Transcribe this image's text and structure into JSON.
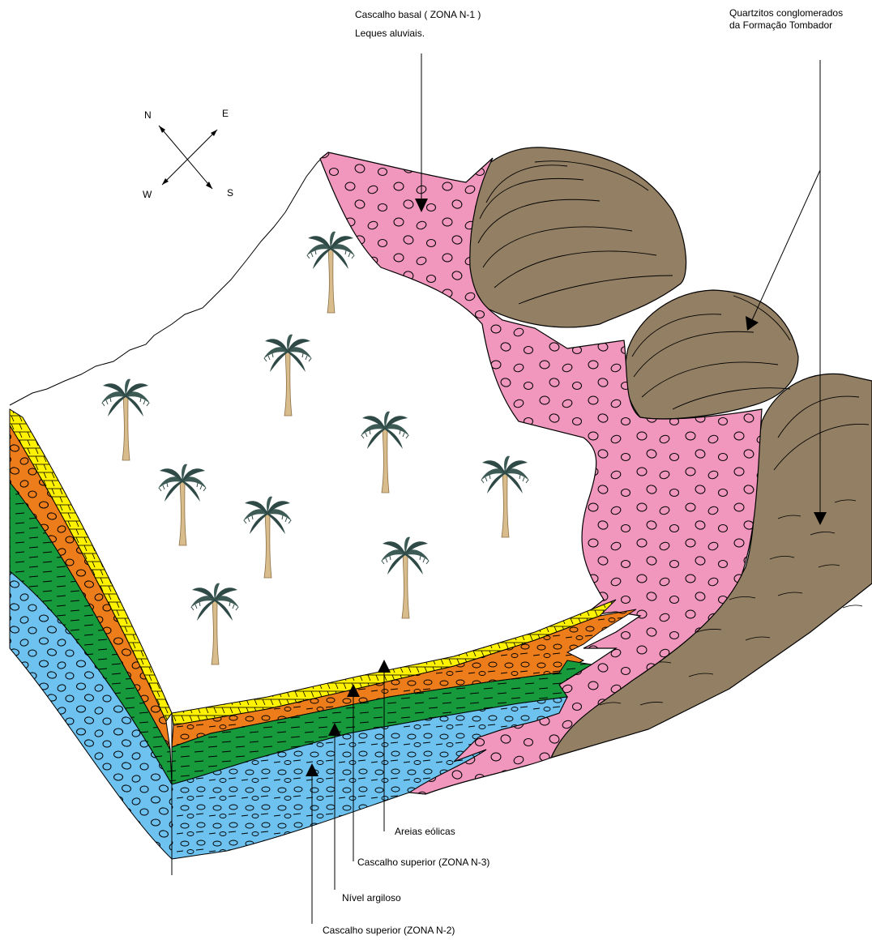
{
  "labels": {
    "cascalho_basal_line1": "Cascalho basal ( ZONA N-1 )",
    "cascalho_basal_line2": "Leques aluviais.",
    "quartzitos_line1": "Quartzitos conglomerados",
    "quartzitos_line2": "da Formação Tombador",
    "areias_eolicas": "Areias eólicas",
    "cascalho_superior_n3": "Cascalho superior (ZONA N-3)",
    "nivel_argiloso": "Nível argiloso",
    "cascalho_superior_n2": "Cascalho superior (ZONA N-2)"
  },
  "compass": {
    "n": "N",
    "e": "E",
    "w": "W",
    "s": "S"
  },
  "colors": {
    "pink_fan": "#f197bd",
    "brown_quartzite": "#937f63",
    "orange_layer": "#ed7d1a",
    "green_layer": "#179a3c",
    "blue_layer": "#6dc2f0",
    "yellow_sand": "#fff200",
    "palm_leaf": "#3d5a55",
    "palm_trunk": "#d9bc8c"
  },
  "icons": {
    "palm": "palm-tree-icon",
    "arrow": "arrowhead-icon",
    "compass": "compass-rose-icon"
  },
  "palm_count": 9
}
